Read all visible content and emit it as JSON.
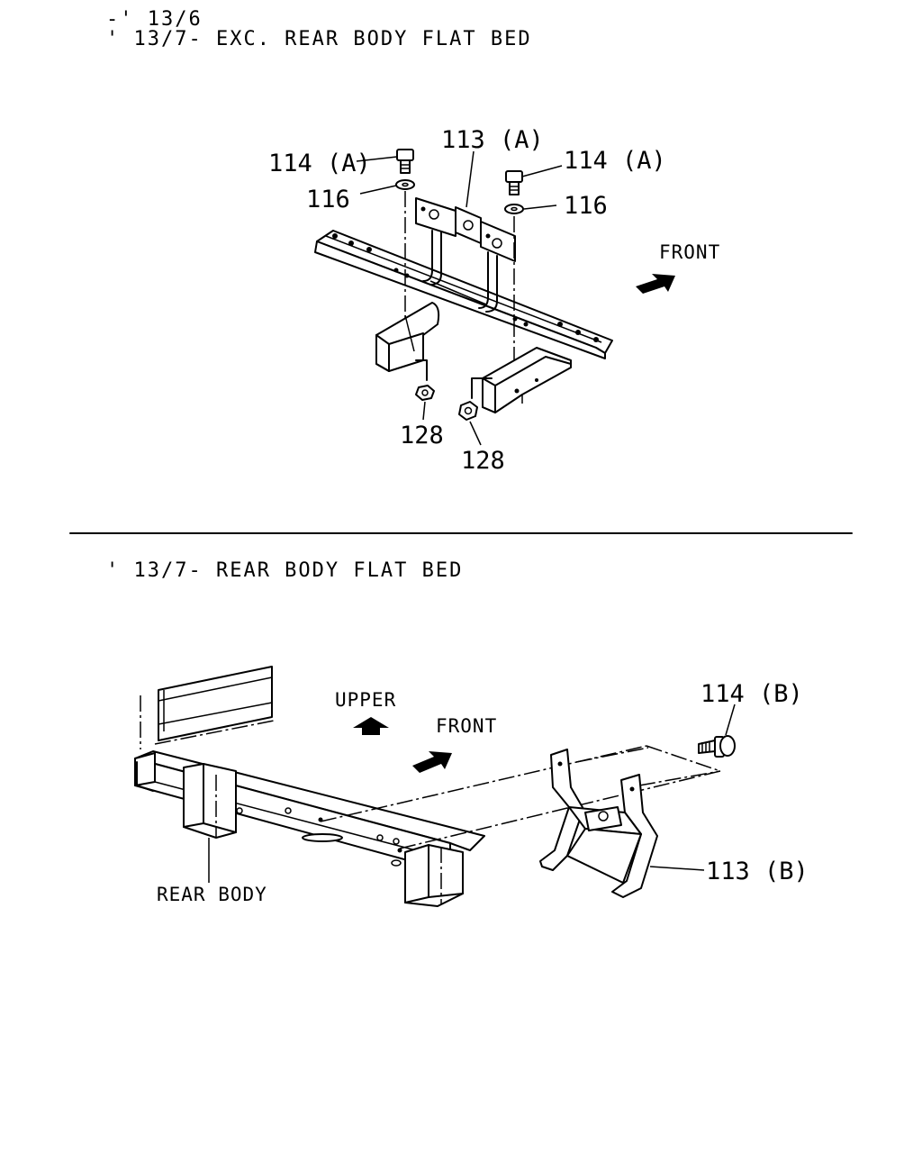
{
  "headers": {
    "top_line1": "-' 13/6",
    "top_line2": "' 13/7- EXC. REAR BODY FLAT BED",
    "bottom": "' 13/7- REAR BODY FLAT BED"
  },
  "top_diagram": {
    "labels": {
      "p114a_left": "114 (A)",
      "p113a": "113 (A)",
      "p114a_right": "114 (A)",
      "p116_left": "116",
      "p116_right": "116",
      "front": "FRONT",
      "p128_left": "128",
      "p128_right": "128"
    }
  },
  "bottom_diagram": {
    "labels": {
      "upper": "UPPER",
      "front": "FRONT",
      "p114b": "114 (B)",
      "p113b": "113 (B)",
      "rear_body": "REAR BODY"
    }
  },
  "colors": {
    "line": "#000000",
    "background": "#ffffff"
  },
  "icons": [
    "direction-arrow-icon"
  ]
}
